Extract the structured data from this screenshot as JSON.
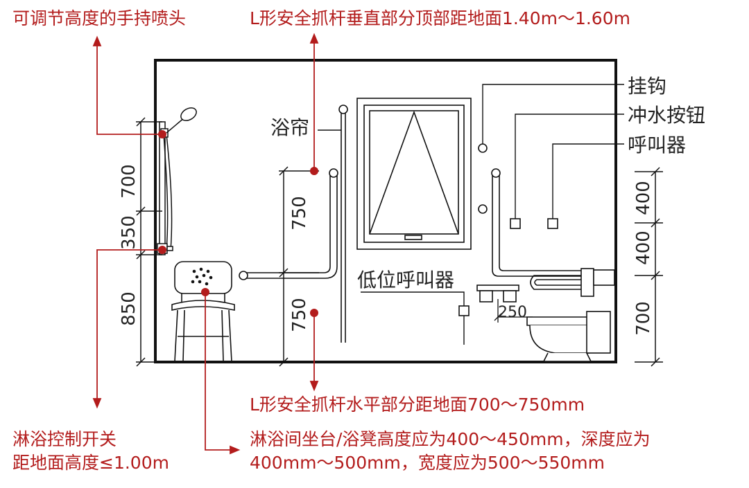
{
  "notes": {
    "shower_head": "可调节高度的手持喷头",
    "vertical_bar": "L形安全抓杆垂直部分顶部距地面1.40m～1.60m",
    "horizontal_bar": "L形安全抓杆水平部分距地面700～750mm",
    "shower_control_line1": "淋浴控制开关",
    "shower_control_line2": "距地面高度≤1.00m",
    "seat_line1": "淋浴间坐台/浴凳高度应为400～450mm，深度应为",
    "seat_line2": "400mm～500mm，宽度应为500～550mm"
  },
  "labels": {
    "curtain": "浴帘",
    "hook": "挂钩",
    "flush": "冲水按钮",
    "caller": "呼叫器",
    "low_caller": "低位呼叫器"
  },
  "dimensions": {
    "left_top": "700",
    "left_mid": "350",
    "left_bottom": "850",
    "center_top": "750",
    "center_bottom": "750",
    "right_top": "400",
    "right_mid": "400",
    "right_bottom": "700",
    "toilet_offset": "250"
  },
  "colors": {
    "accent": "#b31c1c",
    "line": "#1a1a1a"
  }
}
